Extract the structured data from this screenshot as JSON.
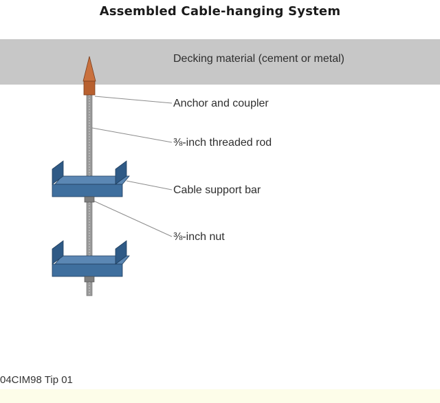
{
  "title": "Assembled Cable-hanging System",
  "labels": {
    "decking": "Decking material (cement or metal)",
    "anchor": "Anchor and coupler",
    "rod": "⅜-inch threaded rod",
    "bar": "Cable support bar",
    "nut": "⅜-inch nut"
  },
  "footer_code": "04CIM98 Tip 01",
  "colors": {
    "deck": "#c7c7c7",
    "anchor": "#c9713e",
    "bar": "#3f6f9e",
    "bar_dark": "#284d74",
    "rod": "#8a8a8a"
  }
}
